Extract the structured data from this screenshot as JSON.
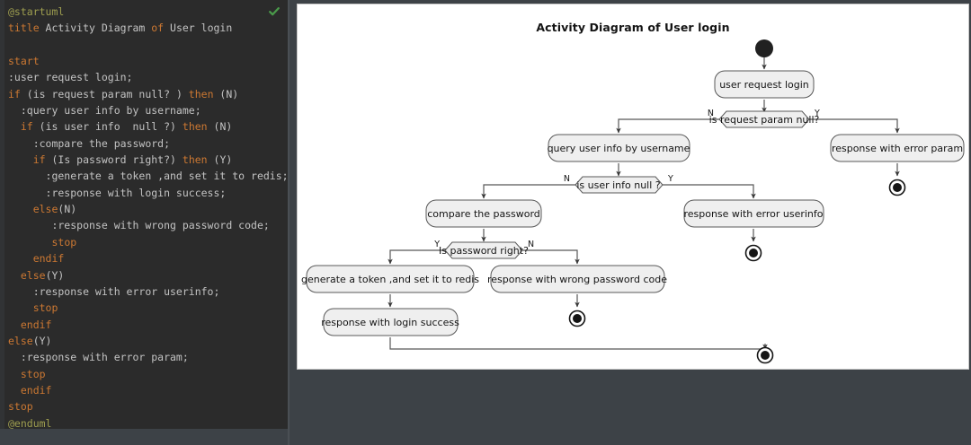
{
  "editor": {
    "status_icon": "check-icon",
    "lines": [
      {
        "tokens": [
          {
            "t": "@startuml",
            "c": "prepro"
          }
        ]
      },
      {
        "tokens": [
          {
            "t": "title ",
            "c": "kw"
          },
          {
            "t": "Activity Diagram ",
            "c": "txt"
          },
          {
            "t": "of ",
            "c": "kw"
          },
          {
            "t": "User login",
            "c": "txt"
          }
        ]
      },
      {
        "tokens": [
          {
            "t": "",
            "c": "txt"
          }
        ]
      },
      {
        "tokens": [
          {
            "t": "start",
            "c": "kw"
          }
        ]
      },
      {
        "tokens": [
          {
            "t": ":user request login;",
            "c": "txt"
          }
        ]
      },
      {
        "tokens": [
          {
            "t": "if ",
            "c": "kw"
          },
          {
            "t": "(is request param null? ) ",
            "c": "txt"
          },
          {
            "t": "then ",
            "c": "kw"
          },
          {
            "t": "(N)",
            "c": "txt"
          }
        ]
      },
      {
        "tokens": [
          {
            "t": "  :query user info by username;",
            "c": "txt"
          }
        ]
      },
      {
        "tokens": [
          {
            "t": "  ",
            "c": "txt"
          },
          {
            "t": "if ",
            "c": "kw"
          },
          {
            "t": "(is user info  null ?) ",
            "c": "txt"
          },
          {
            "t": "then ",
            "c": "kw"
          },
          {
            "t": "(N)",
            "c": "txt"
          }
        ]
      },
      {
        "tokens": [
          {
            "t": "    :compare the password;",
            "c": "txt"
          }
        ]
      },
      {
        "tokens": [
          {
            "t": "    ",
            "c": "txt"
          },
          {
            "t": "if ",
            "c": "kw"
          },
          {
            "t": "(Is password right?) ",
            "c": "txt"
          },
          {
            "t": "then ",
            "c": "kw"
          },
          {
            "t": "(Y)",
            "c": "txt"
          }
        ]
      },
      {
        "tokens": [
          {
            "t": "      :generate a token ,and set it to redis;",
            "c": "txt"
          }
        ]
      },
      {
        "tokens": [
          {
            "t": "      :response with login success;",
            "c": "txt"
          }
        ]
      },
      {
        "tokens": [
          {
            "t": "    ",
            "c": "txt"
          },
          {
            "t": "else",
            "c": "kw"
          },
          {
            "t": "(N)",
            "c": "txt"
          }
        ]
      },
      {
        "tokens": [
          {
            "t": "       :response with wrong password code;",
            "c": "txt"
          }
        ]
      },
      {
        "tokens": [
          {
            "t": "       ",
            "c": "txt"
          },
          {
            "t": "stop",
            "c": "kw"
          }
        ]
      },
      {
        "tokens": [
          {
            "t": "    ",
            "c": "txt"
          },
          {
            "t": "endif",
            "c": "kw"
          }
        ]
      },
      {
        "tokens": [
          {
            "t": "  ",
            "c": "txt"
          },
          {
            "t": "else",
            "c": "kw"
          },
          {
            "t": "(Y)",
            "c": "txt"
          }
        ]
      },
      {
        "tokens": [
          {
            "t": "    :response with error userinfo;",
            "c": "txt"
          }
        ]
      },
      {
        "tokens": [
          {
            "t": "    ",
            "c": "txt"
          },
          {
            "t": "stop",
            "c": "kw"
          }
        ]
      },
      {
        "tokens": [
          {
            "t": "  ",
            "c": "txt"
          },
          {
            "t": "endif",
            "c": "kw"
          }
        ]
      },
      {
        "tokens": [
          {
            "t": "else",
            "c": "kw"
          },
          {
            "t": "(Y)",
            "c": "txt"
          }
        ]
      },
      {
        "tokens": [
          {
            "t": "  :response with error param;",
            "c": "txt"
          }
        ]
      },
      {
        "tokens": [
          {
            "t": "  ",
            "c": "txt"
          },
          {
            "t": "stop",
            "c": "kw"
          }
        ]
      },
      {
        "tokens": [
          {
            "t": "  ",
            "c": "txt"
          },
          {
            "t": "endif",
            "c": "kw"
          }
        ]
      },
      {
        "tokens": [
          {
            "t": "stop",
            "c": "kw"
          }
        ]
      },
      {
        "tokens": [
          {
            "t": "@enduml",
            "c": "prepro"
          }
        ]
      }
    ]
  },
  "diagram": {
    "title": "Activity Diagram of User login",
    "nodes": {
      "start": "start-node",
      "user_request_login": "user request login",
      "is_request_param_null": "is request param null?",
      "query_user_info": "query user info by username",
      "response_error_param": "response with error param",
      "is_user_info_null": "is user info null ?",
      "compare_password": "compare the password",
      "response_error_userinfo": "response with error userinfo",
      "is_password_right": "Is password right?",
      "generate_token": "generate a token ,and set it to redis",
      "response_wrong_password": "response with wrong password code",
      "response_login_success": "response with login success"
    },
    "branch_labels": {
      "param_n": "N",
      "param_y": "Y",
      "userinfo_n": "N",
      "userinfo_y": "Y",
      "password_y": "Y",
      "password_n": "N"
    }
  },
  "colors": {
    "editor_bg": "#2b2b2b",
    "page_bg": "#3d4247",
    "diagram_bg": "#ffffff",
    "keyword": "#cc7832",
    "preprocessor": "#9e9e4f",
    "code_text": "#c3c3c3",
    "node_fill": "#efefef",
    "node_stroke": "#585858",
    "status_ok": "#4a9a4a"
  }
}
